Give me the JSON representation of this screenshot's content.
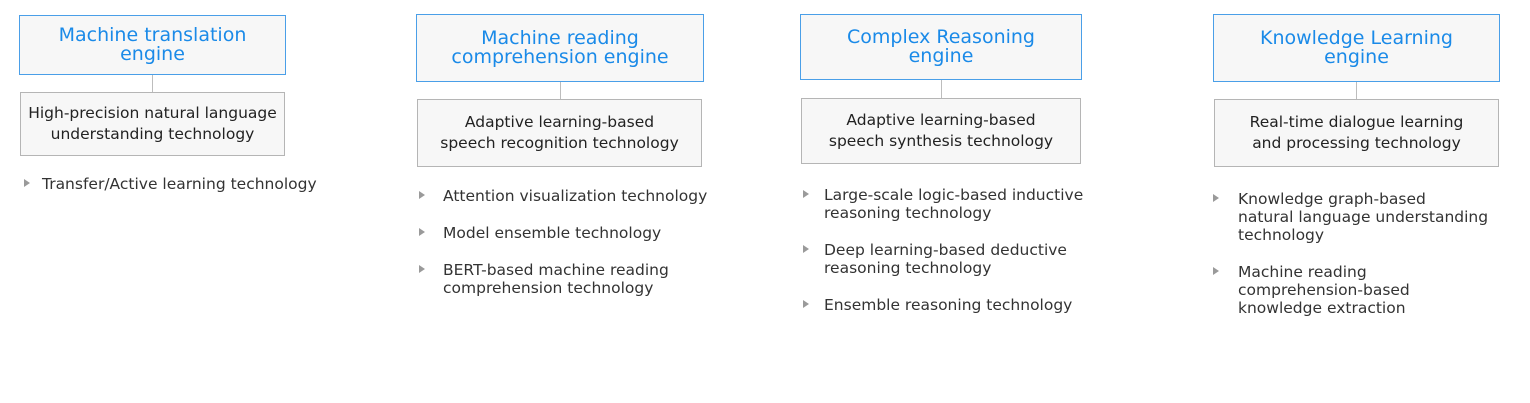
{
  "engines": [
    {
      "title_lines": [
        "Machine translation",
        "engine"
      ],
      "tech_lines": [
        "High-precision natural language",
        "understanding technology"
      ],
      "bullets": [
        [
          "Transfer/Active learning technology"
        ]
      ]
    },
    {
      "title_lines": [
        "Machine reading",
        "comprehension engine"
      ],
      "tech_lines": [
        "Adaptive learning-based",
        "speech recognition technology"
      ],
      "bullets": [
        [
          "Attention visualization technology"
        ],
        [
          "Model ensemble technology"
        ],
        [
          "BERT-based machine reading",
          "comprehension technology"
        ]
      ]
    },
    {
      "title_lines": [
        "Complex Reasoning",
        "engine"
      ],
      "tech_lines": [
        "Adaptive learning-based",
        "speech synthesis technology"
      ],
      "bullets": [
        [
          "Large-scale logic-based inductive",
          "reasoning technology"
        ],
        [
          "Deep learning-based deductive",
          "reasoning technology"
        ],
        [
          "Ensemble reasoning technology"
        ]
      ]
    },
    {
      "title_lines": [
        "Knowledge Learning",
        "engine"
      ],
      "tech_lines": [
        "Real-time dialogue learning",
        "and processing technology"
      ],
      "bullets": [
        [
          "Knowledge graph-based",
          "natural language understanding",
          "technology"
        ],
        [
          "Machine reading",
          "comprehension-based",
          "knowledge extraction"
        ]
      ]
    }
  ],
  "colors": {
    "engine_border": "#4a9fe8",
    "engine_text": "#1a8ae8",
    "box_fill": "#f7f7f7",
    "tech_border": "#b5b5b5",
    "connector": "#bdbdbd",
    "bullet_marker": "#9a9a9a"
  }
}
